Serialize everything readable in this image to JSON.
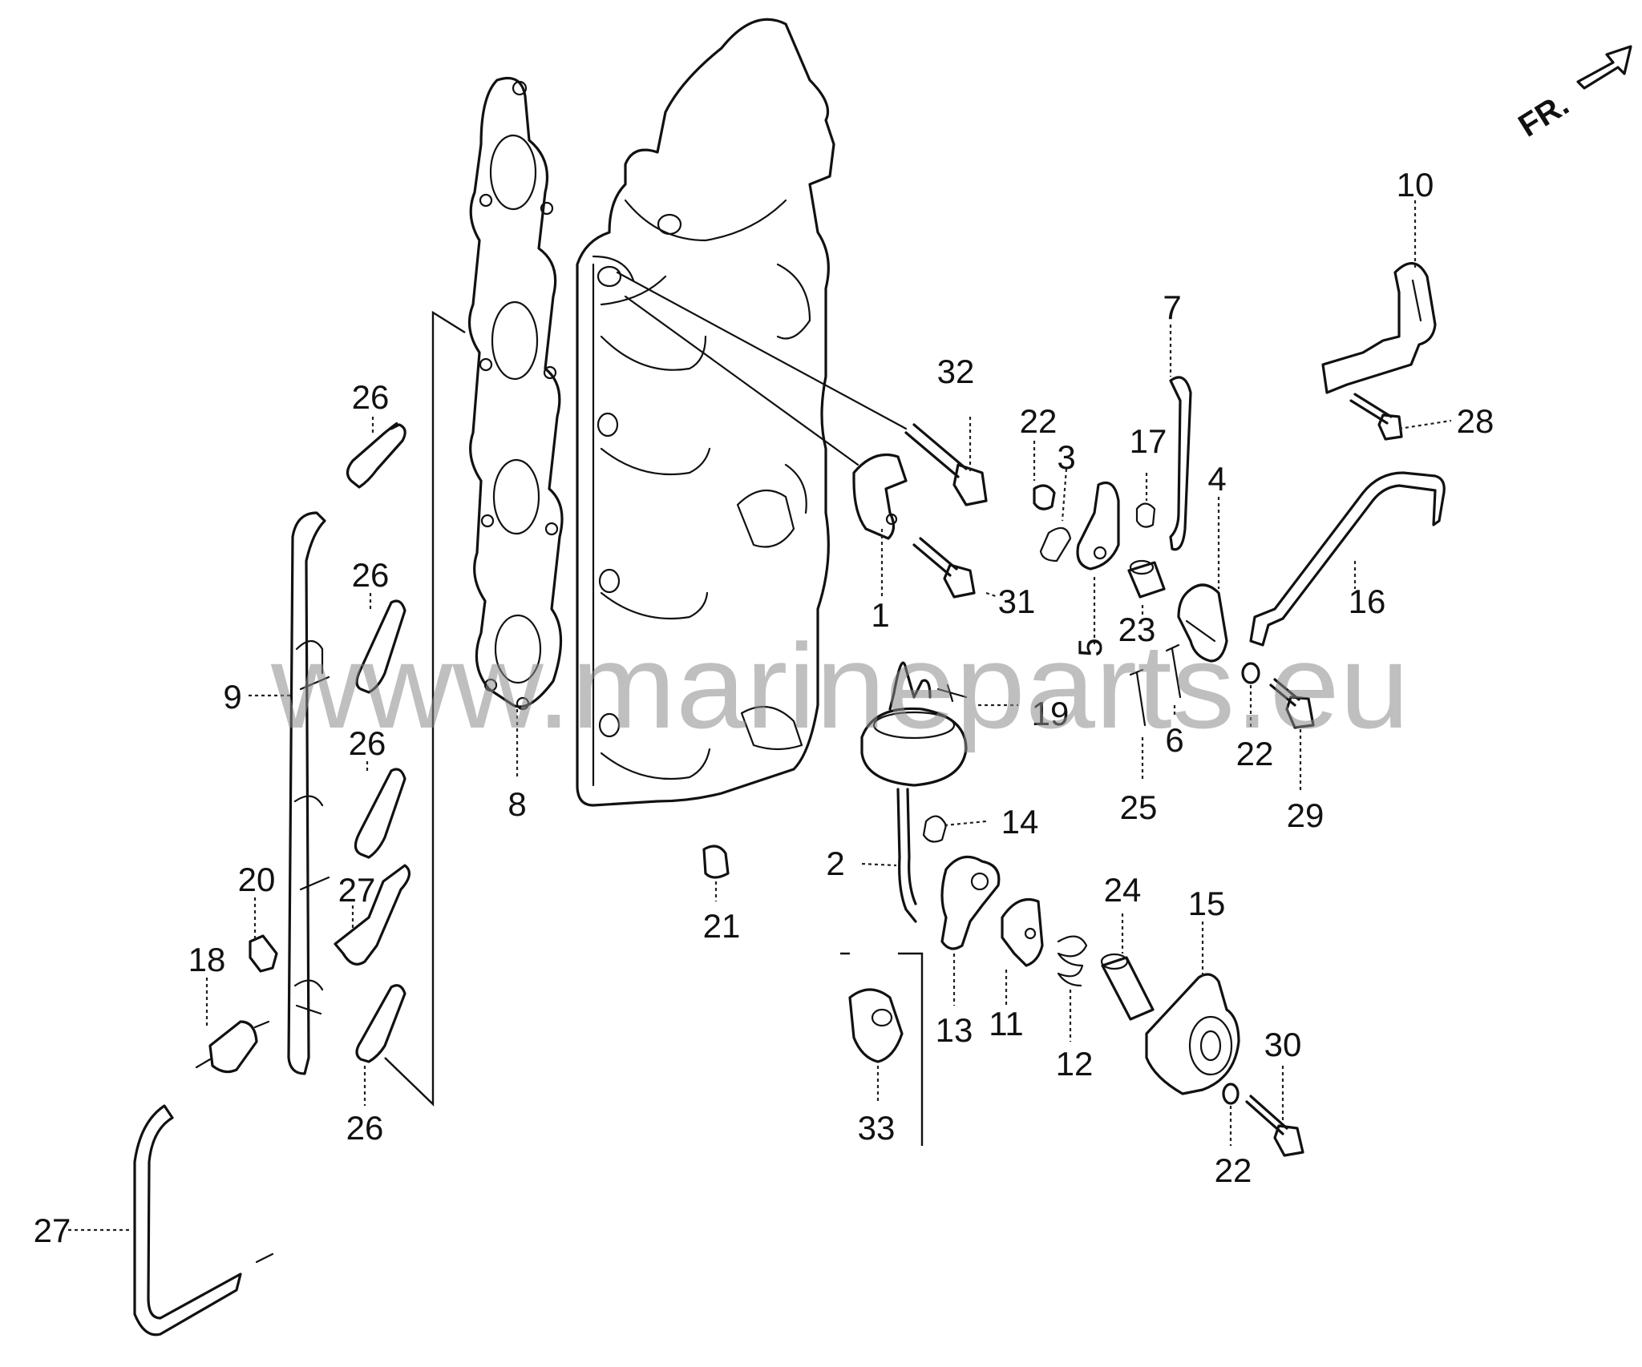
{
  "diagram": {
    "watermark": "www.marineparts.eu",
    "direction_label": "FR.",
    "callouts": [
      {
        "id": "c1",
        "label": "1"
      },
      {
        "id": "c2",
        "label": "2"
      },
      {
        "id": "c3",
        "label": "3"
      },
      {
        "id": "c4",
        "label": "4"
      },
      {
        "id": "c5",
        "label": "5"
      },
      {
        "id": "c6",
        "label": "6"
      },
      {
        "id": "c7",
        "label": "7"
      },
      {
        "id": "c8",
        "label": "8"
      },
      {
        "id": "c9",
        "label": "9"
      },
      {
        "id": "c10",
        "label": "10"
      },
      {
        "id": "c11",
        "label": "11"
      },
      {
        "id": "c12",
        "label": "12"
      },
      {
        "id": "c13",
        "label": "13"
      },
      {
        "id": "c14",
        "label": "14"
      },
      {
        "id": "c15",
        "label": "15"
      },
      {
        "id": "c16",
        "label": "16"
      },
      {
        "id": "c17",
        "label": "17"
      },
      {
        "id": "c18",
        "label": "18"
      },
      {
        "id": "c19",
        "label": "19"
      },
      {
        "id": "c20",
        "label": "20"
      },
      {
        "id": "c21",
        "label": "21"
      },
      {
        "id": "c22a",
        "label": "22"
      },
      {
        "id": "c22b",
        "label": "22"
      },
      {
        "id": "c22c",
        "label": "22"
      },
      {
        "id": "c23",
        "label": "23"
      },
      {
        "id": "c24",
        "label": "24"
      },
      {
        "id": "c25",
        "label": "25"
      },
      {
        "id": "c26a",
        "label": "26"
      },
      {
        "id": "c26b",
        "label": "26"
      },
      {
        "id": "c26c",
        "label": "26"
      },
      {
        "id": "c26d",
        "label": "26"
      },
      {
        "id": "c27a",
        "label": "27"
      },
      {
        "id": "c27b",
        "label": "27"
      },
      {
        "id": "c28",
        "label": "28"
      },
      {
        "id": "c29",
        "label": "29"
      },
      {
        "id": "c30",
        "label": "30"
      },
      {
        "id": "c31",
        "label": "31"
      },
      {
        "id": "c32",
        "label": "32"
      },
      {
        "id": "c33",
        "label": "33"
      }
    ]
  }
}
